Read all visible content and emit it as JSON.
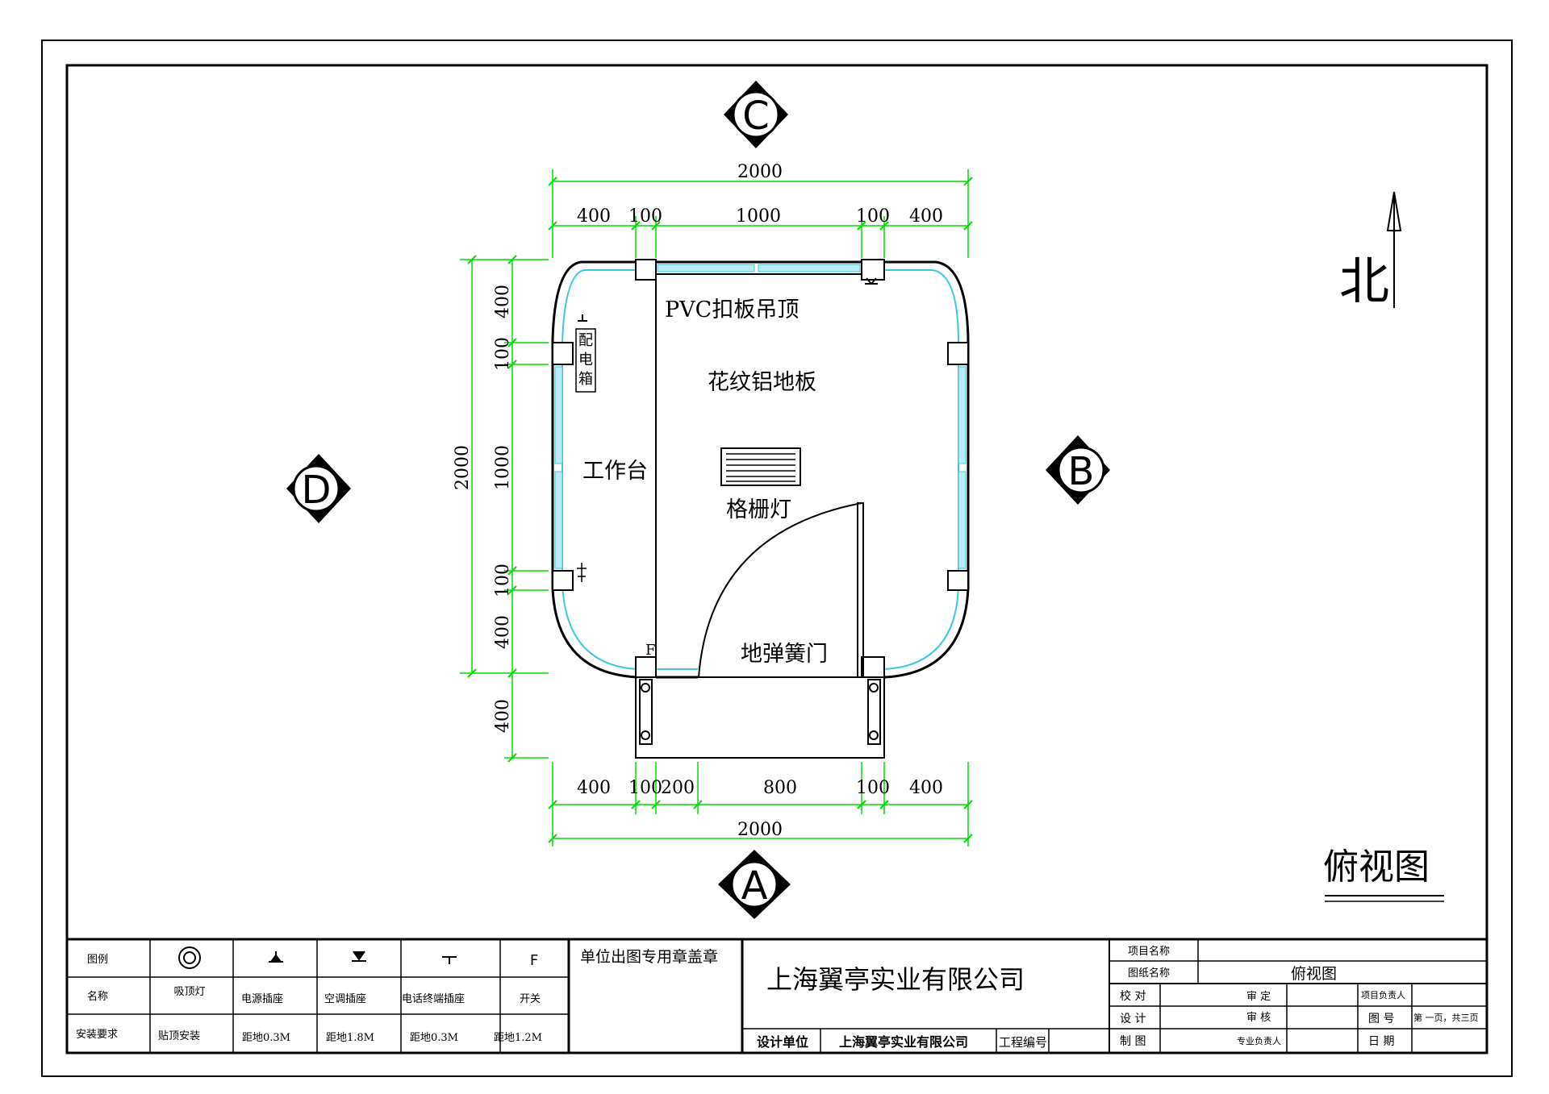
{
  "compass": {
    "north_label": "北"
  },
  "axis_markers": {
    "top": "C",
    "right": "B",
    "bottom": "A",
    "left": "D"
  },
  "dimensions": {
    "top_total": "2000",
    "top_segments": [
      "400",
      "100",
      "1000",
      "100",
      "400"
    ],
    "bottom_total": "2000",
    "bottom_segments": [
      "400",
      "100",
      "200",
      "800",
      "100",
      "400"
    ],
    "left_total": "2000",
    "left_segments": [
      "400",
      "100",
      "1000",
      "100",
      "400"
    ],
    "left_extra": "400"
  },
  "room_labels": {
    "ceiling": "PVC扣板吊顶",
    "floor": "花纹铝地板",
    "workbench": "工作台",
    "grille_light": "格栅灯",
    "door": "地弹簧门",
    "distribution_box": [
      "配",
      "电",
      "箱"
    ],
    "switch_mark": "F"
  },
  "view_title": "俯视图",
  "legend": {
    "row_headers": [
      "图例",
      "名称",
      "安装要求"
    ],
    "items": [
      {
        "name": "吸顶灯",
        "install": "贴顶安装",
        "icon": "ceiling-light-icon"
      },
      {
        "name": "电源插座",
        "install": "距地0.3M",
        "icon": "power-socket-icon"
      },
      {
        "name": "空调插座",
        "install": "距地1.8M",
        "icon": "ac-socket-icon"
      },
      {
        "name": "电话终端插座",
        "install": "距地0.3M",
        "icon": "phone-socket-icon"
      },
      {
        "name": "开关",
        "install": "距地1.2M",
        "icon_text": "F"
      }
    ]
  },
  "stamp_area_label": "单位出图专用章盖章",
  "title_block": {
    "company": "上海翼亭实业有限公司",
    "design_unit_label": "设计单位",
    "design_unit_value": "上海翼亭实业有限公司",
    "project_no_label": "工程编号",
    "project_name_label": "项目名称",
    "drawing_name_label": "图纸名称",
    "drawing_name_value": "俯视图",
    "check_label": "校 对",
    "approve_label": "审 定",
    "project_lead_label": "项目负责人",
    "design_label": "设 计",
    "review_label": "审 核",
    "drawing_no_label": "图 号",
    "page_value": "第 一页，共三页",
    "draw_label": "制 图",
    "discipline_lead_label": "专业负责人",
    "date_label": "日 期"
  }
}
